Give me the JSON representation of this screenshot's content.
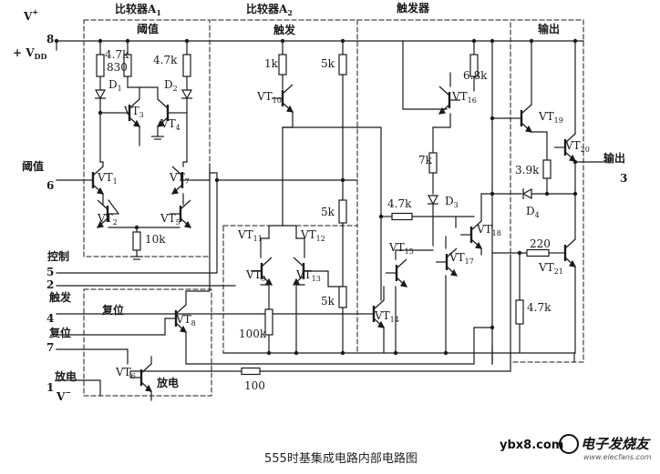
{
  "header": {
    "comparator_a1": "比较器A",
    "comparator_a1_sub": "1",
    "comparator_a2": "比较器A",
    "comparator_a2_sub": "2",
    "flipflop": "触发器",
    "threshold_stage": "阈值",
    "trigger_stage": "触发",
    "output_stage": "输出"
  },
  "pins": {
    "vplus": "V",
    "vplus_sup": "+",
    "pin8": "8",
    "vdd": "+ V",
    "vdd_sub": "DD",
    "threshold_label": "阈值",
    "pin6": "6",
    "control_label": "控制",
    "pin5": "5",
    "pin2": "2",
    "trigger_label": "触发",
    "pin4": "4",
    "reset_label": "复位",
    "pin7": "7",
    "discharge_label": "放电",
    "pin1": "1",
    "vminus": "V",
    "vminus_sup": "−",
    "output_label": "输出",
    "pin3": "3"
  },
  "inner_labels": {
    "reset": "复位",
    "discharge": "放电"
  },
  "resistors": {
    "r1": "4.7k",
    "r2": "830",
    "r3": "4.7k",
    "r4": "1k",
    "r5": "5k",
    "r6": "6.8k",
    "r7": "7k",
    "r8": "5k",
    "r9": "4.7k",
    "r10": "3.9k",
    "r11": "10k",
    "r12": "5k",
    "r13": "100k",
    "r14": "220",
    "r15": "4.7k",
    "r16": "100"
  },
  "diodes": {
    "d1": "D",
    "d1_sub": "1",
    "d2": "D",
    "d2_sub": "2",
    "d3": "D",
    "d3_sub": "3",
    "d4": "D",
    "d4_sub": "4"
  },
  "transistors": [
    {
      "name": "VT",
      "sub": "1"
    },
    {
      "name": "VT",
      "sub": "2"
    },
    {
      "name": "VT",
      "sub": "3"
    },
    {
      "name": "VT",
      "sub": "4"
    },
    {
      "name": "VT",
      "sub": "5"
    },
    {
      "name": "VT",
      "sub": "6"
    },
    {
      "name": "VT",
      "sub": "7"
    },
    {
      "name": "VT",
      "sub": "8"
    },
    {
      "name": "VT",
      "sub": "9"
    },
    {
      "name": "VT",
      "sub": "10"
    },
    {
      "name": "VT",
      "sub": "11"
    },
    {
      "name": "VT",
      "sub": "12"
    },
    {
      "name": "VT",
      "sub": "13"
    },
    {
      "name": "VT",
      "sub": "14"
    },
    {
      "name": "VT",
      "sub": "15"
    },
    {
      "name": "VT",
      "sub": "16"
    },
    {
      "name": "VT",
      "sub": "17"
    },
    {
      "name": "VT",
      "sub": "18"
    },
    {
      "name": "VT",
      "sub": "19"
    },
    {
      "name": "VT",
      "sub": "20"
    },
    {
      "name": "VT",
      "sub": "21"
    }
  ],
  "caption": "555时基集成电路内部电路图",
  "watermark": {
    "site": "ybx8.com",
    "brand": "电子发烧友",
    "url": "www.elecfans.com"
  }
}
